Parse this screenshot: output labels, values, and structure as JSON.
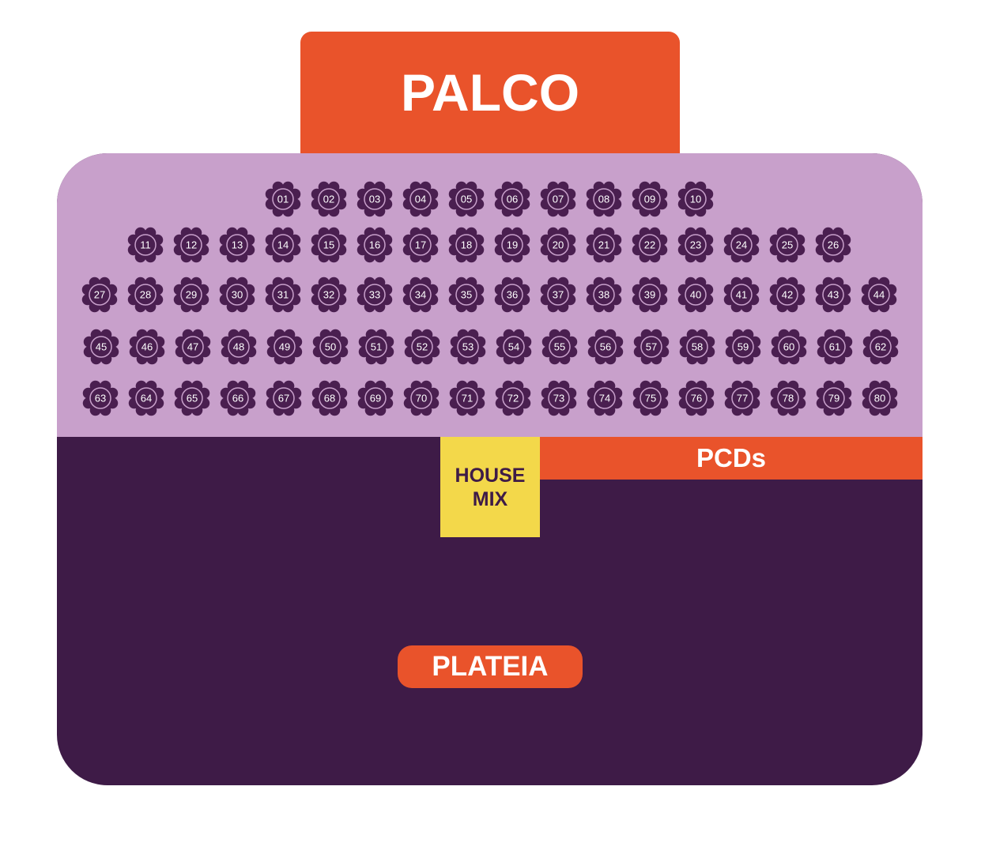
{
  "stage": {
    "label": "PALCO"
  },
  "house_mix": {
    "line1": "HOUSE",
    "line2": "MIX"
  },
  "pcds": {
    "label": "PCDs"
  },
  "plateia": {
    "label": "PLATEIA"
  },
  "colors": {
    "stage": "#e9532b",
    "mesas_area": "#c8a0cb",
    "plateia_area": "#3e1b47",
    "house_mix": "#f3d84a",
    "table": "#4a1f50",
    "table_text": "#ffffff"
  },
  "tables": {
    "rows": [
      [
        "01",
        "02",
        "03",
        "04",
        "05",
        "06",
        "07",
        "08",
        "09",
        "10"
      ],
      [
        "11",
        "12",
        "13",
        "14",
        "15",
        "16",
        "17",
        "18",
        "19",
        "20",
        "21",
        "22",
        "23",
        "24",
        "25",
        "26"
      ],
      [
        "27",
        "28",
        "29",
        "30",
        "31",
        "32",
        "33",
        "34",
        "35",
        "36",
        "37",
        "38",
        "39",
        "40",
        "41",
        "42",
        "43",
        "44"
      ],
      [
        "45",
        "46",
        "47",
        "48",
        "49",
        "50",
        "51",
        "52",
        "53",
        "54",
        "55",
        "56",
        "57",
        "58",
        "59",
        "60",
        "61",
        "62"
      ],
      [
        "63",
        "64",
        "65",
        "66",
        "67",
        "68",
        "69",
        "70",
        "71",
        "72",
        "73",
        "74",
        "75",
        "76",
        "77",
        "78",
        "79",
        "80"
      ]
    ]
  }
}
